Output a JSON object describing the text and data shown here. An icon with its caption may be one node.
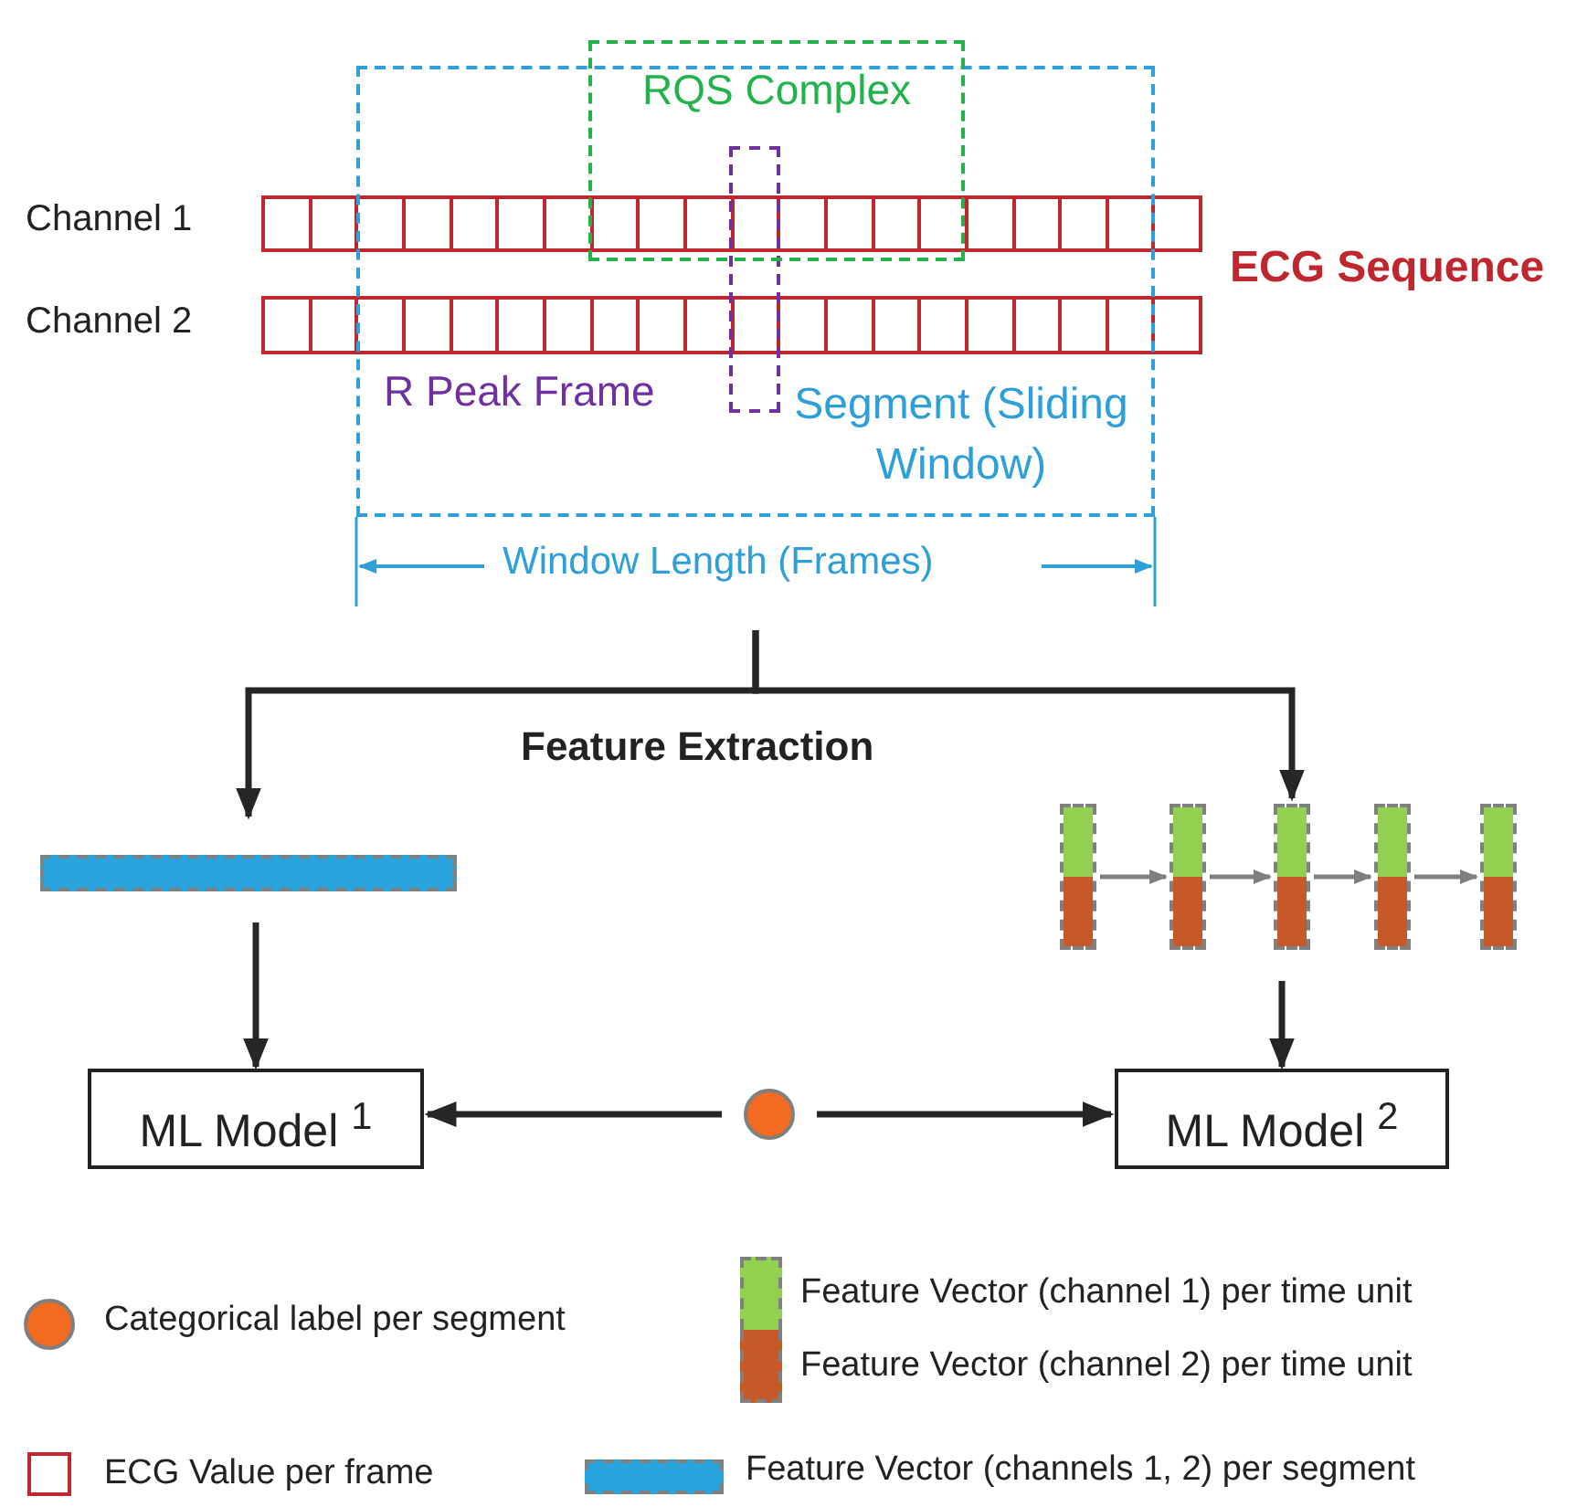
{
  "diagram": {
    "nodes": [
      {
        "text": [
          "Segment (Sliding Window)"
        ]
      },
      {
        "text": [
          "RQS Complex"
        ]
      },
      {
        "text": [
          "R Peak Frame"
        ],
        "in": 0
      },
      {
        "text": [
          "Channel 1"
        ]
      },
      {
        "text": [
          "Channel 2"
        ]
      },
      {
        "text": [],
        "shape": "bar"
      },
      {
        "text": [],
        "shape": "bar"
      },
      {
        "text": [],
        "shape": "bar"
      },
      {
        "text": [],
        "shape": "bar"
      },
      {
        "text": [],
        "shape": "bar"
      },
      {
        "text": [],
        "shape": "bar"
      },
      {
        "text": [
          "ML Model $^{1}$"
        ]
      },
      {
        "text": [],
        "shape": "circle"
      },
      {
        "text": [
          "ML Model $^{2}$"
        ]
      }
    ],
    "edges": [
      {
        "from": 0,
        "to": 5,
        "arrow": "to"
      },
      {
        "from": 0,
        "to": 8,
        "arrow": "to"
      },
      {
        "from": 6,
        "to": 7,
        "arrow": "to",
        "color": "#7f7f7f"
      },
      {
        "from": 7,
        "to": 8,
        "arrow": "to",
        "color": "#7f7f7f"
      },
      {
        "from": 8,
        "to": 9,
        "arrow": "to",
        "color": "#7f7f7f"
      },
      {
        "from": 9,
        "to": 10,
        "arrow": "to",
        "color": "#7f7f7f"
      },
      {
        "from": 5,
        "to": 11,
        "arrow": "to"
      },
      {
        "from": 8,
        "to": 13,
        "arrow": "to"
      },
      {
        "from": 12,
        "to": 11,
        "arrow": "to"
      },
      {
        "from": 12,
        "to": 13,
        "arrow": "to"
      }
    ],
    "labels": [
      "ECG Sequence",
      "Window Length (Frames)",
      "Feature Extraction"
    ],
    "legend": [
      {
        "text": "Categorical label per segment"
      },
      {
        "text": "Feature Vector (channel 1) per time unit",
        "color": "#92d050"
      },
      {
        "text": "Feature Vector (channel 2) per time unit",
        "color": "#c55a28"
      },
      {
        "text": "ECG Value per frame"
      },
      {
        "text": "Feature Vector (channels 1, 2) per segment",
        "color": "#29a3dc"
      }
    ]
  }
}
